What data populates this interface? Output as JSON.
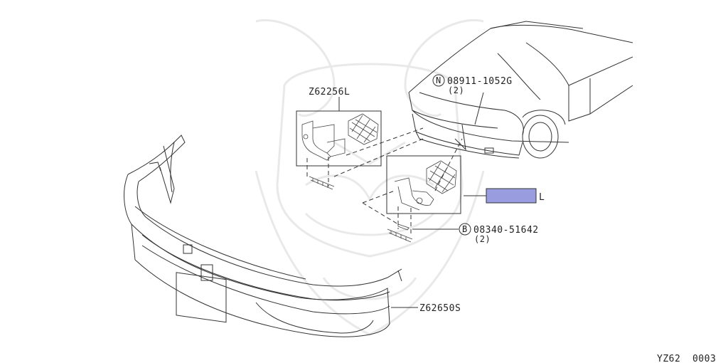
{
  "parts": {
    "bracket_assembly": "Z62256L",
    "bolt_n": {
      "marker": "N",
      "number": "08911-1052G",
      "qty": "(2)"
    },
    "bolt_b": {
      "marker": "B",
      "number": "08340-51642",
      "qty": "(2)"
    },
    "bumper": "Z62650S",
    "highlight_suffix": "L"
  },
  "diagram_id": "YZ62  0003",
  "colors": {
    "highlight": "#9a9ce0",
    "line": "#333333",
    "watermark": "#e9e9e9"
  }
}
